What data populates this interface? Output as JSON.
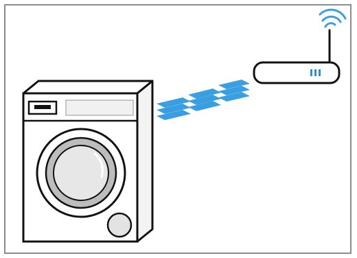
{
  "diagram": {
    "subjects": [
      "washing-machine",
      "wifi-router"
    ],
    "connection": "wireless",
    "colors": {
      "outline": "#111111",
      "signal": "#3a9fe0",
      "machine_fill": "#ffffff",
      "machine_side": "#f3f3f3",
      "door_ring": "#bdbdbd",
      "door_glass": "#e7e7e7",
      "router_led": "#2a8fd6",
      "frame": "#8c8c8c"
    }
  }
}
